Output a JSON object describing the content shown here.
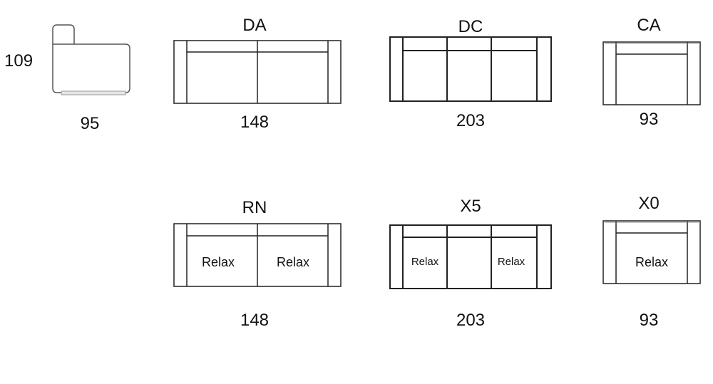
{
  "profile": {
    "height": "109",
    "width": "95"
  },
  "modules": [
    {
      "code": "DA",
      "width": "148"
    },
    {
      "code": "DC",
      "width": "203"
    },
    {
      "code": "CA",
      "width": "93"
    },
    {
      "code": "RN",
      "width": "148",
      "seat_labels": [
        "Relax",
        "Relax"
      ]
    },
    {
      "code": "X5",
      "width": "203",
      "seat_labels": [
        "Relax",
        "Relax"
      ]
    },
    {
      "code": "X0",
      "width": "93",
      "seat_labels": [
        "Relax"
      ]
    }
  ]
}
